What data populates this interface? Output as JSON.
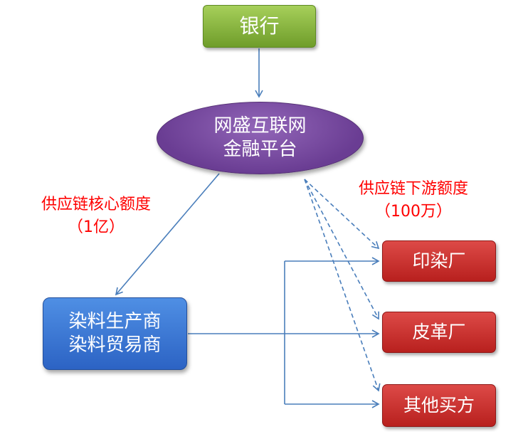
{
  "nodes": {
    "bank": "银行",
    "platform": [
      "网盛互联网",
      "金融平台"
    ],
    "producer": [
      "染料生产商",
      "染料贸易商"
    ],
    "dye_factory": "印染厂",
    "leather_factory": "皮革厂",
    "other_buyers": "其他买方"
  },
  "labels": {
    "core_credit": [
      "供应链核心额度",
      "（1亿）"
    ],
    "downstream_credit": [
      "供应链下游额度",
      "（100万）"
    ]
  },
  "colors": {
    "bank": "#8cbd3c",
    "platform": "#7f4fa8",
    "producer": "#3a78d6",
    "downstream": "#c8302e",
    "arrow": "#4a7ebb",
    "label_text": "#ff0000"
  }
}
